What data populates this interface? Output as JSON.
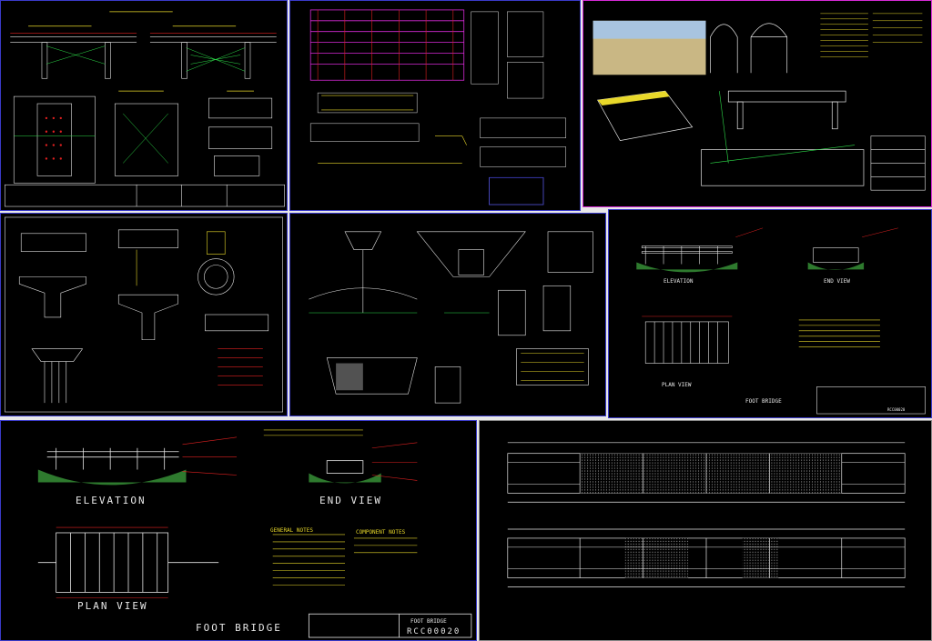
{
  "colors": {
    "bg": "#000000",
    "frame_blue": "#3a3ac8",
    "line_white": "#e6e6e6",
    "line_red": "#e02020",
    "line_yellow": "#e8d82a",
    "line_green": "#2ee04a",
    "line_cyan": "#2ad8e0",
    "line_magenta": "#d62ad6"
  },
  "sheets": [
    {
      "id": "drawing-sheet-1"
    },
    {
      "id": "drawing-sheet-2"
    },
    {
      "id": "drawing-sheet-3"
    },
    {
      "id": "drawing-sheet-4"
    },
    {
      "id": "drawing-sheet-5"
    },
    {
      "id": "drawing-sheet-6",
      "views": {
        "elevation": "ELEVATION",
        "end_view": "END VIEW",
        "plan_view": "PLAN VIEW"
      },
      "title": "FOOT BRIDGE",
      "code": "RCC00020"
    },
    {
      "id": "drawing-sheet-7",
      "views": {
        "elevation": "ELEVATION",
        "end_view": "END VIEW",
        "plan_view": "PLAN VIEW"
      },
      "title": "FOOT BRIDGE",
      "code": "RCC00020",
      "notes_heading": "GENERAL NOTES",
      "notes_heading_2": "COMPONENT NOTES"
    },
    {
      "id": "drawing-sheet-8"
    }
  ]
}
